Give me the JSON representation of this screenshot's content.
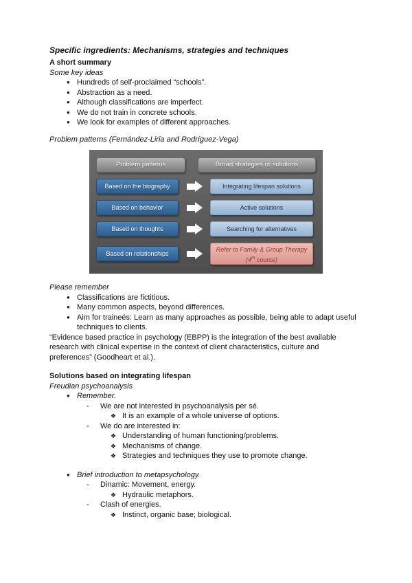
{
  "page": {
    "title": "Specific ingredients: Mechanisms, strategies and techniques",
    "summary": {
      "heading": "A short summary",
      "subheading": "Some key ideas",
      "bullets": [
        "Hundreds of self-proclaimed “schools”.",
        "Abstraction as a need.",
        "Although classifications are imperfect.",
        "We do not train in concrete schools.",
        "We look for examples of different approaches."
      ]
    },
    "diagram": {
      "caption": "Problem patterns (Fernández-Liria and Rodríguez-Vega)",
      "headers": {
        "left": "Problem patterns",
        "right": "Broad strategies or solutions"
      },
      "left_boxes": [
        "Based on the biography",
        "Based on behavior",
        "Based on thoughts",
        "Based on relationships"
      ],
      "right_boxes": [
        "Integrating lifespan solutions",
        "Active solutions",
        "Searching for alternatives"
      ],
      "pink_box": {
        "pre": "Refer to Family & Group Therapy (4",
        "sup": "th",
        "post": " course)"
      },
      "colors": {
        "background": "#5a5a5a",
        "header_box": "#9a9a9a",
        "left_box": "#3d74a8",
        "right_box": "#a9c3de",
        "referral_box": "#e2a69e",
        "arrow": "#ffffff"
      }
    },
    "remember": {
      "heading": "Please remember",
      "bullets": [
        "Classifications are fictitious.",
        "Many common aspects, beyond differences.",
        "Aim for traineés: Learn as many approaches as possible, being able to adapt useful techniques to clients."
      ],
      "quote": "“Evidence based practice in psychology (EBPP) is the integration of the best available research with clinical expertise in the context of client characteristics, culture and preferences” (Goodheart et al.)."
    },
    "solutions": {
      "heading": "Solutions based on integrating lifespan",
      "subheading": "Freudian psychoanalysis",
      "topics": [
        {
          "label": "Remember.",
          "items": [
            {
              "text": "We are not interested in psychoanalysis per sé.",
              "subitems": [
                "It is an example of a whole universe of options."
              ]
            },
            {
              "text": "We do are interested in:",
              "subitems": [
                "Understanding of human functioning/problems.",
                "Mechanisms of change.",
                "Strategies and techniques they use to promote change."
              ]
            }
          ]
        },
        {
          "label": "Brief introduction to metapsychology.",
          "items": [
            {
              "text": "Dinamic: Movement, energy.",
              "subitems": [
                "Hydraulic metaphors."
              ]
            },
            {
              "text": "Clash of energies.",
              "subitems": [
                "Instinct, organic base; biological."
              ]
            }
          ]
        }
      ]
    }
  }
}
